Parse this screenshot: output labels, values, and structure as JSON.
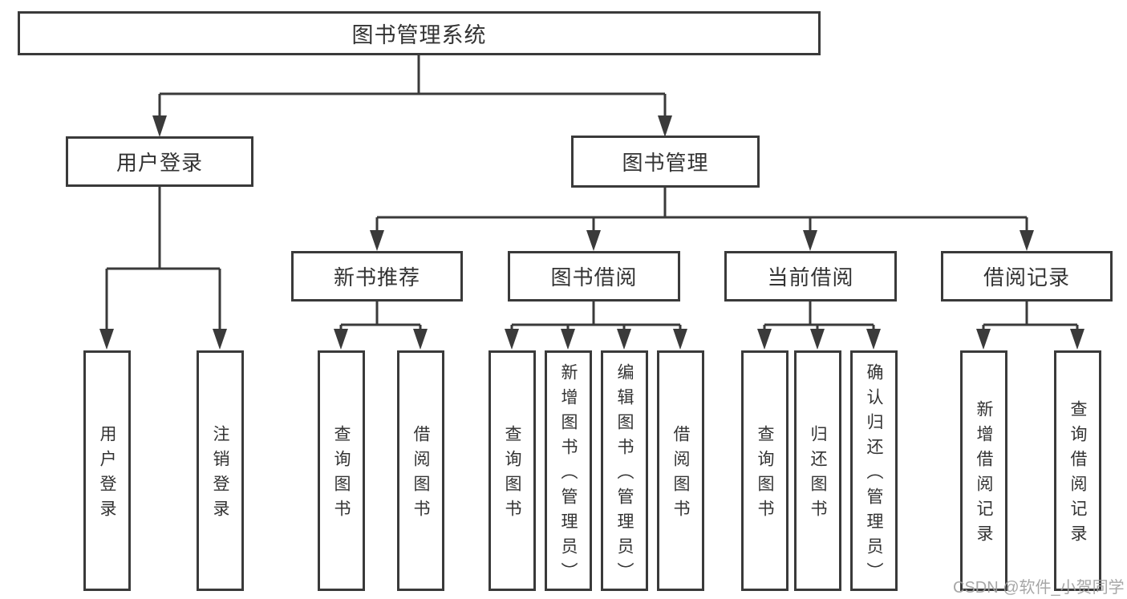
{
  "diagram": {
    "root": "图书管理系统",
    "level2": [
      "用户登录",
      "图书管理"
    ],
    "level3": [
      "新书推荐",
      "图书借阅",
      "当前借阅",
      "借阅记录"
    ],
    "leaves": {
      "user_login": [
        "用户登录",
        "注销登录"
      ],
      "new_book": [
        "查询图书",
        "借阅图书"
      ],
      "book_borrow": [
        "查询图书",
        "新增图书（管理员）",
        "编辑图书（管理员）",
        "借阅图书"
      ],
      "current_borrow": [
        "查询图书",
        "归还图书",
        "确认归还（管理员）"
      ],
      "borrow_record": [
        "新增借阅记录",
        "查询借阅记录"
      ]
    }
  },
  "watermark": "CSDN @软件_小贺同学",
  "colors": {
    "line": "#3a3a3a",
    "text": "#333333",
    "watermark": "#a0a0a0",
    "background": "#ffffff"
  }
}
